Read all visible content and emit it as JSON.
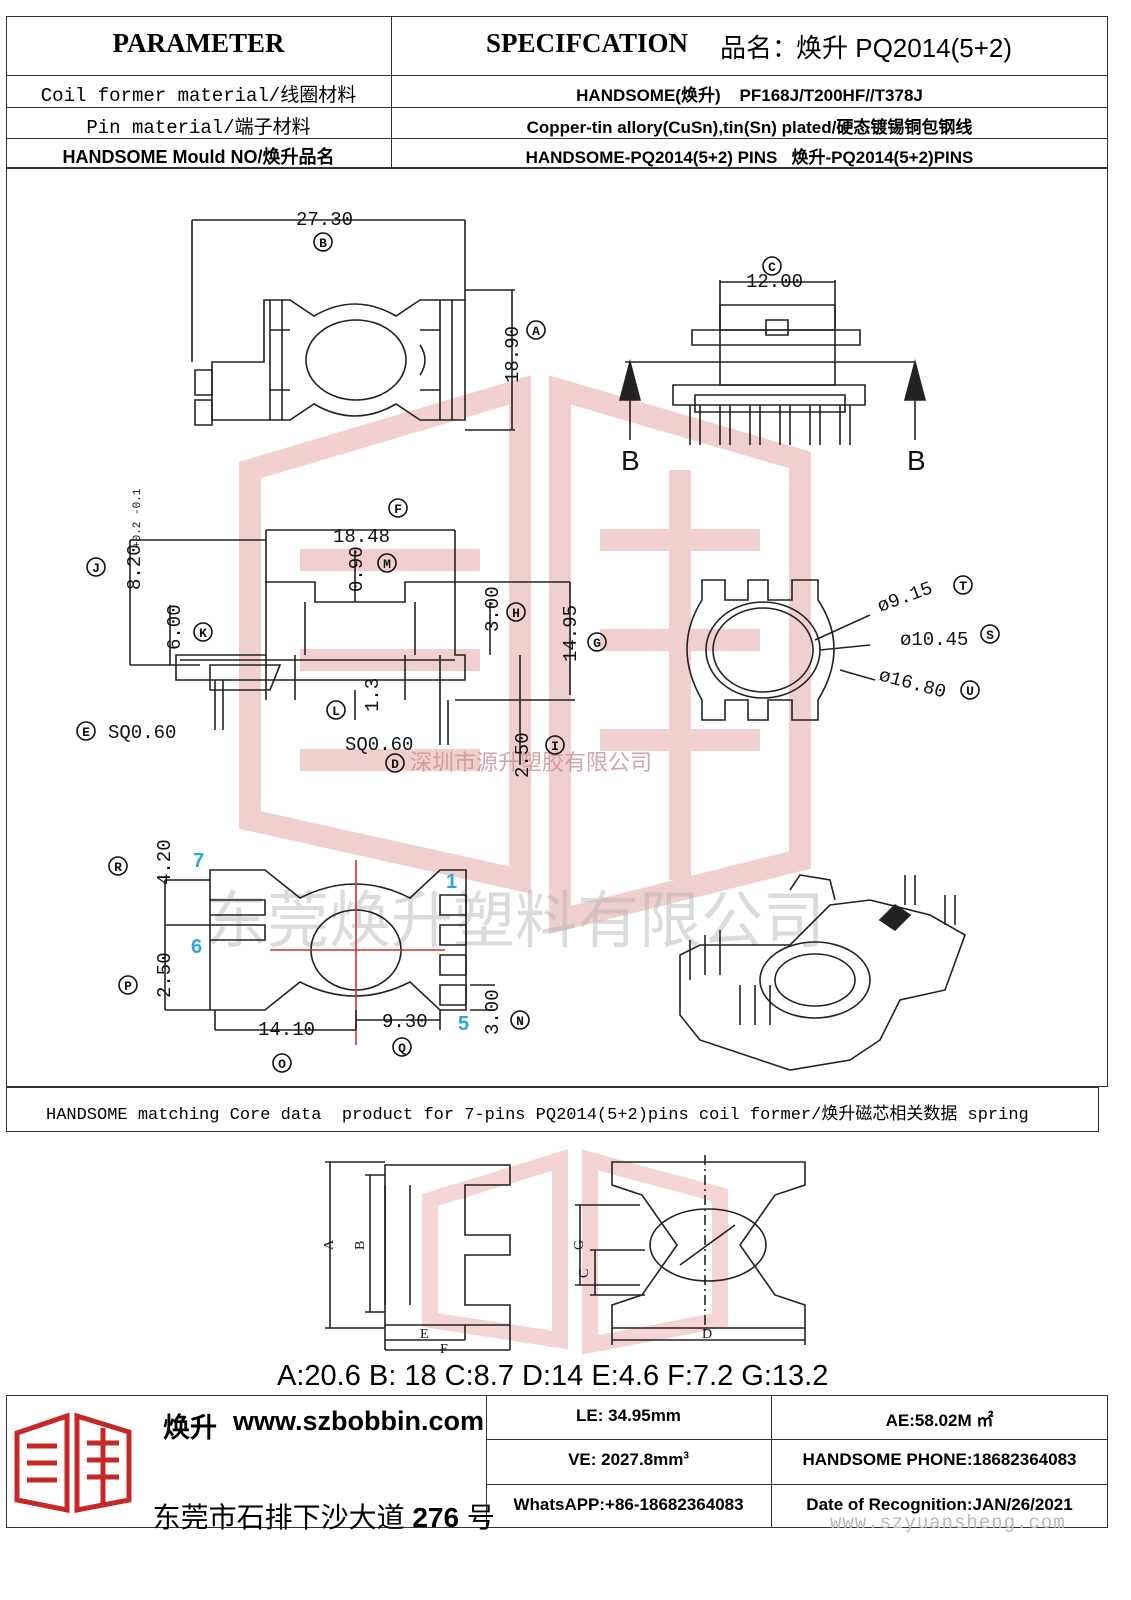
{
  "header": {
    "param_label": "PARAMETER",
    "spec_label": "SPECIFCATION",
    "product_label": "品名：",
    "product_name": "焕升 PQ2014(5+2)"
  },
  "rows": [
    {
      "label": "Coil former material/线圈材料",
      "value": "HANDSOME(焕升)    PF168J/T200HF//T378J"
    },
    {
      "label": "Pin material/端子材料",
      "value": "Copper-tin allory(CuSn),tin(Sn) plated/硬态镀锡铜包钢线"
    },
    {
      "label": "HANDSOME Mould NO/焕升品名",
      "value": "HANDSOME-PQ2014(5+2) PINS   焕升-PQ2014(5+2)PINS"
    }
  ],
  "drawing": {
    "dims": {
      "d_27_30": "27.30",
      "d_18_90": "18.90",
      "d_12_00": "12.00",
      "d_18_48": "18.48",
      "d_0_90": "0.90",
      "d_8_20": "8.20",
      "d_8_tol": "+0.2 -0.1",
      "d_6_00": "6.00",
      "d_3_00": "3.00",
      "d_14_95": "14.95",
      "d_1_3": "1.3",
      "d_sq_1": "SQ0.60",
      "d_sq_2": "SQ0.60",
      "d_2_50": "2.50",
      "d_9_15": "ø9.15",
      "d_10_45": "ø10.45",
      "d_16_80": "ø16.80",
      "d_4_20": "4.20",
      "d_2_50b": "2.50",
      "d_14_10": "14.10",
      "d_9_30": "9.30",
      "d_3_00b": "3.00"
    },
    "labels": {
      "A": "A",
      "B": "B",
      "C": "C",
      "D": "D",
      "E": "E",
      "F": "F",
      "G": "G",
      "H": "H",
      "J": "J",
      "K": "K",
      "L": "L",
      "M": "M",
      "O": "O",
      "P": "P",
      "Q": "Q",
      "R": "R",
      "S": "S",
      "T": "T",
      "U": "U",
      "I": "I",
      "N": "N"
    },
    "section_mark": "B",
    "pins": {
      "p1": "1",
      "p5": "5",
      "p6": "6",
      "p7": "7"
    },
    "watermark_1": "深圳市源升塑胶有限公司",
    "watermark_2": "东莞焕升塑料有限公司"
  },
  "matching_core": {
    "caption": "HANDSOME matching Core data  product for 7-pins PQ2014(5+2)pins coil former/焕升磁芯相关数据 spring",
    "core_labels": {
      "A": "A",
      "B": "B",
      "C": "C",
      "D": "D",
      "E": "E",
      "F": "F",
      "G": "G"
    },
    "values": "A:20.6 B: 18 C:8.7 D:14 E:4.6 F:7.2 G:13.2"
  },
  "footer": {
    "brand": "焕升",
    "url": "www.szbobbin.com",
    "address_prefix": "东莞市石排下沙大道 ",
    "address_no": "276",
    "address_suffix": " 号",
    "le": "LE: 34.95mm",
    "ae": "AE:58.02M ㎡",
    "ve_prefix": "VE: 2027.8mm",
    "ve_sup": "3",
    "phone": "HANDSOME PHONE:18682364083",
    "whatsapp": "WhatsAPP:+86-18682364083",
    "date": "Date of Recognition:JAN/26/2021",
    "site_watermark": "www.szyuansheng.com"
  },
  "colors": {
    "watermark": "#e3a5a5",
    "logo": "#c62828",
    "pin_label": "#2aa7d6"
  }
}
